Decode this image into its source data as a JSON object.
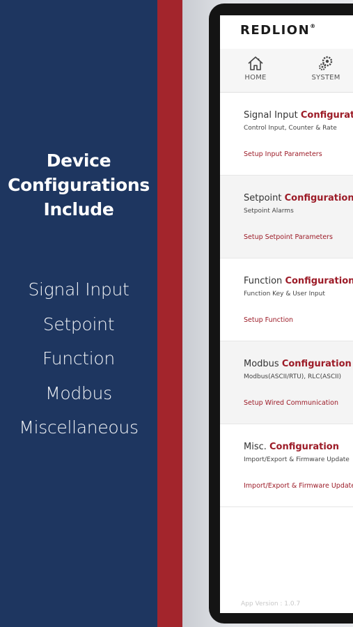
{
  "promo": {
    "title_lines": [
      "Device",
      "Configurations",
      "Include"
    ],
    "items": [
      "Signal Input",
      "Setpoint",
      "Function",
      "Modbus",
      "Miscellaneous"
    ]
  },
  "app": {
    "brand": "RedLion",
    "brand_display": "REDLION",
    "brand_mark": "®",
    "nav": [
      {
        "label": "HOME",
        "icon": "home-icon"
      },
      {
        "label": "SYSTEM",
        "icon": "gear-icon"
      }
    ],
    "cards": [
      {
        "title_prefix": "Signal Input ",
        "title_accent": "Configuration",
        "subtitle": "Control Input, Counter & Rate",
        "link": "Setup Input Parameters"
      },
      {
        "title_prefix": "Setpoint ",
        "title_accent": "Configuration",
        "subtitle": "Setpoint Alarms",
        "link": "Setup Setpoint Parameters"
      },
      {
        "title_prefix": "Function ",
        "title_accent": "Configuration",
        "subtitle": "Function Key & User Input",
        "link": "Setup Function"
      },
      {
        "title_prefix": "Modbus ",
        "title_accent": "Configuration",
        "subtitle": "Modbus(ASCII/RTU), RLC(ASCII)",
        "link": "Setup Wired Communication"
      },
      {
        "title_prefix": "Misc. ",
        "title_accent": "Configuration",
        "subtitle": "Import/Export & Firmware Update",
        "link": "Import/Export & Firmware Update"
      }
    ],
    "version": "App Version : 1.0.7"
  },
  "colors": {
    "panel_blue": "#1e3660",
    "stripe_red": "#a3252c",
    "accent_red": "#9c1b27"
  }
}
